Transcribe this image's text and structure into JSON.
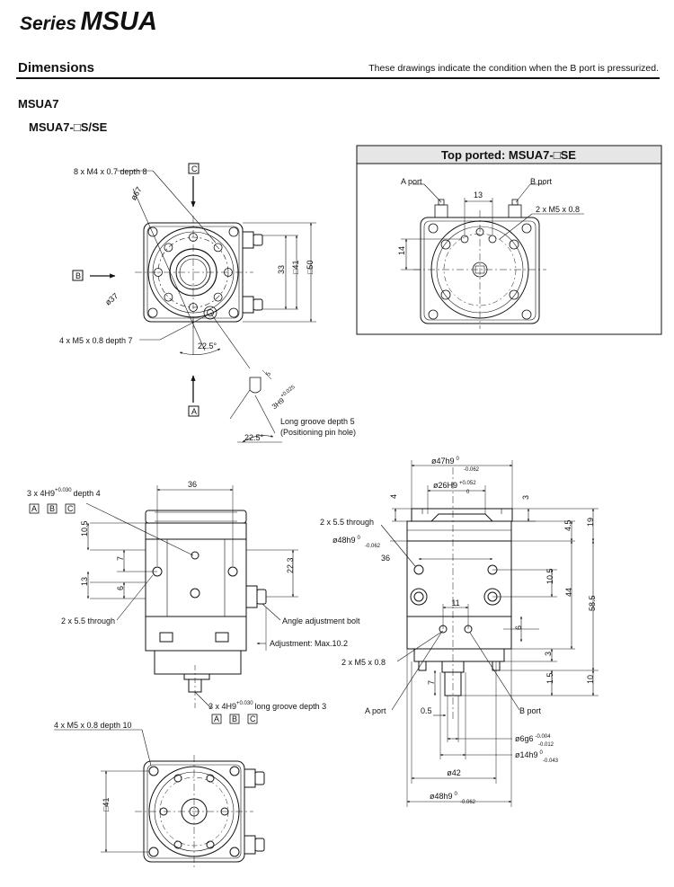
{
  "header": {
    "series_prefix": "Series",
    "series_name": "MSUA",
    "section_title": "Dimensions",
    "section_note": "These drawings indicate the condition when the B port is pressurized.",
    "model": "MSUA7",
    "submodel": "MSUA7-□S/SE"
  },
  "top_view": {
    "c_label": "C",
    "b_label": "B",
    "a_label": "A",
    "holes_top": "8 x M4 x 0.7 depth 8",
    "diam_67": "ø67",
    "diam_37": "ø37",
    "holes_bottom": "4 x M5 x 0.8 depth 7",
    "angle_1": "22.5°",
    "angle_2": "22.5°",
    "dim_33": "33",
    "dim_41": "□41",
    "dim_50": "□50",
    "groove_5": "5",
    "groove_h9": "3H9",
    "groove_tol_top": "+0.025",
    "groove_tol_bot": "0",
    "groove_note_1": "Long groove depth 5",
    "groove_note_2": "(Positioning pin hole)"
  },
  "top_ported": {
    "title": "Top ported: MSUA7-□SE",
    "a_port": "A port",
    "b_port": "B port",
    "dim_13": "13",
    "ports": "2 x M5 x 0.8",
    "dim_14": "14"
  },
  "side_view": {
    "holes": "3 x 4H9",
    "holes_tol_top": "+0.030",
    "holes_tol_bot": "0",
    "holes_depth": "depth 4",
    "ref_a": "A",
    "ref_b": "B",
    "ref_c": "C",
    "dim_36": "36",
    "dim_10_5": "10.5",
    "dim_7": "7",
    "dim_13": "13",
    "dim_6": "6",
    "dim_22_3": "22.3",
    "through": "2 x 5.5 through",
    "angle_bolt": "Angle adjustment bolt",
    "adjustment": "Adjustment: Max.10.2",
    "groove": "3 x 4H9",
    "groove_tol_top": "+0.030",
    "groove_tol_bot": "0",
    "groove_depth": "long groove depth 3"
  },
  "front_view": {
    "d47": "ø47h9",
    "d47_tol_top": "0",
    "d47_tol_bot": "-0.062",
    "d26": "ø26H9",
    "d26_tol_top": "+0.052",
    "d26_tol_bot": "0",
    "dim_4": "4",
    "dim_3_top": "3",
    "through": "2 x 5.5 through",
    "d48_top": "ø48h9",
    "d48_top_tol_top": "0",
    "d48_top_tol_bot": "-0.062",
    "dim_36": "36",
    "dim_11": "11",
    "dim_10_5": "10.5",
    "dim_6": "6",
    "dim_4_5": "4.5",
    "dim_19": "19",
    "dim_44": "44",
    "dim_58_5": "58.5",
    "dim_3_mid": "3",
    "dim_1_5": "1.5",
    "dim_10": "10",
    "dim_7": "7",
    "ports": "2 x M5 x 0.8",
    "a_port": "A port",
    "b_port": "B port",
    "dim_0_5": "0.5",
    "d6": "ø6g6",
    "d6_tol_top": "-0.004",
    "d6_tol_bot": "-0.012",
    "d14": "ø14h9",
    "d14_tol_top": "0",
    "d14_tol_bot": "-0.043",
    "d42": "ø42",
    "d48_bot": "ø48h9",
    "d48_bot_tol_top": "0",
    "d48_bot_tol_bot": "-0.062"
  },
  "bottom_view": {
    "holes": "4 x M5 x 0.8 depth 10",
    "dim_41": "□41"
  }
}
